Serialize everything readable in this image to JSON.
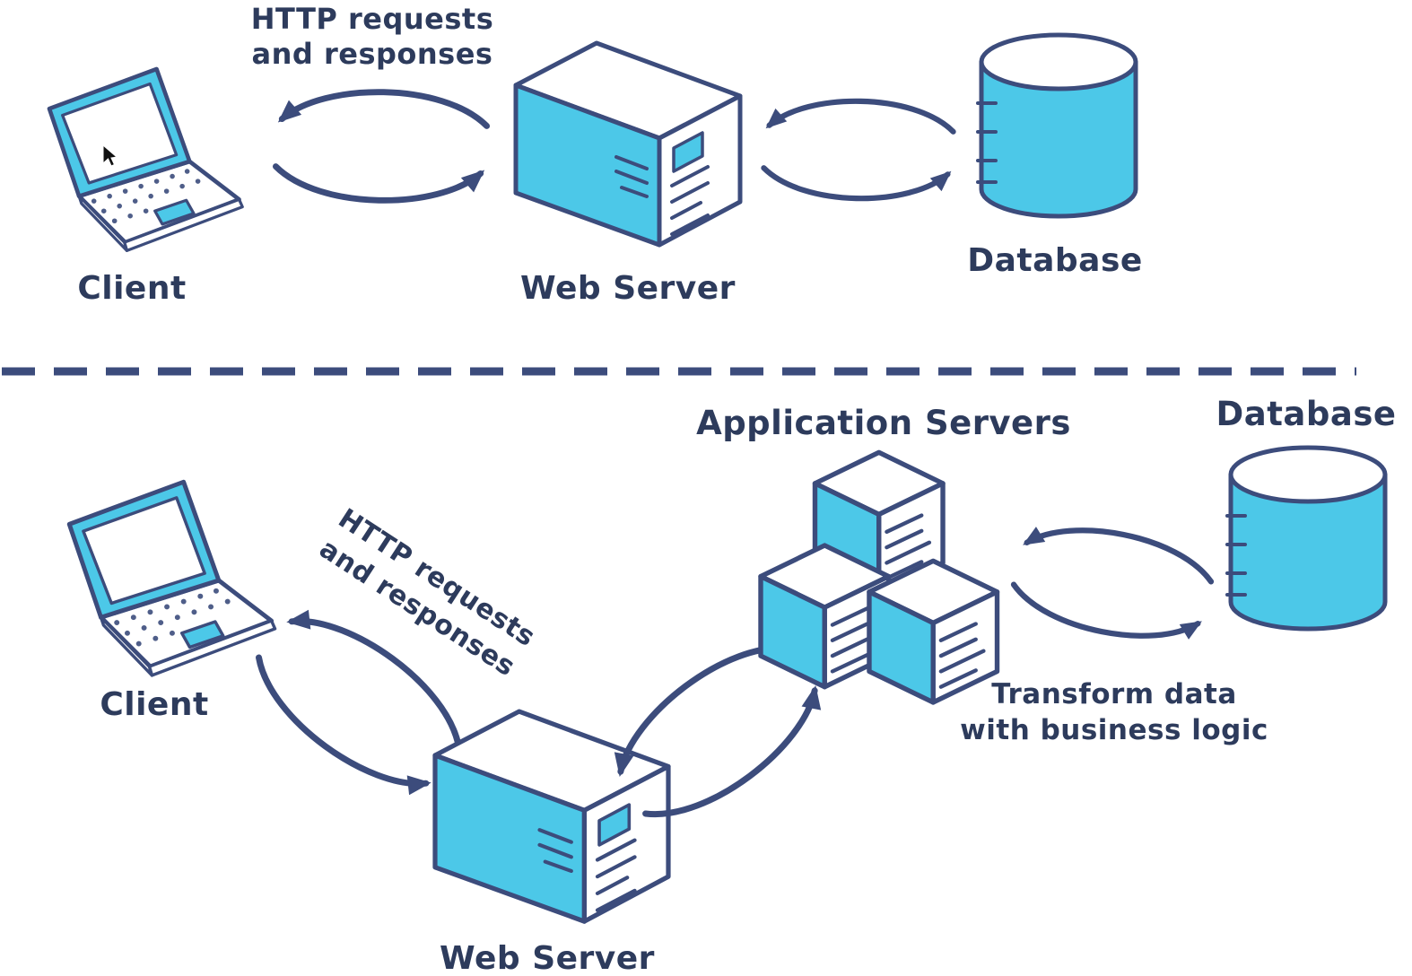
{
  "colors": {
    "fill": "#4cc8e8",
    "stroke": "#3c4c7c",
    "text": "#2d3b5c",
    "bg": "#ffffff"
  },
  "icons": {
    "client": "laptop-icon",
    "web_server": "server-box-icon",
    "database": "database-cylinder-icon",
    "application_servers": "stacked-server-cubes-icon",
    "data_flow": "cycle-arrows-icon",
    "section_split": "dashed-divider"
  },
  "top_row": {
    "http_label_line1": "HTTP requests",
    "http_label_line2": "and responses",
    "client_label": "Client",
    "web_server_label": "Web Server",
    "database_label": "Database"
  },
  "bottom_row": {
    "http_label_line1": "HTTP requests",
    "http_label_line2": "and responses",
    "client_label": "Client",
    "web_server_label": "Web Server",
    "app_servers_label": "Application Servers",
    "database_label": "Database",
    "transform_line1": "Transform data",
    "transform_line2": "with business logic"
  }
}
